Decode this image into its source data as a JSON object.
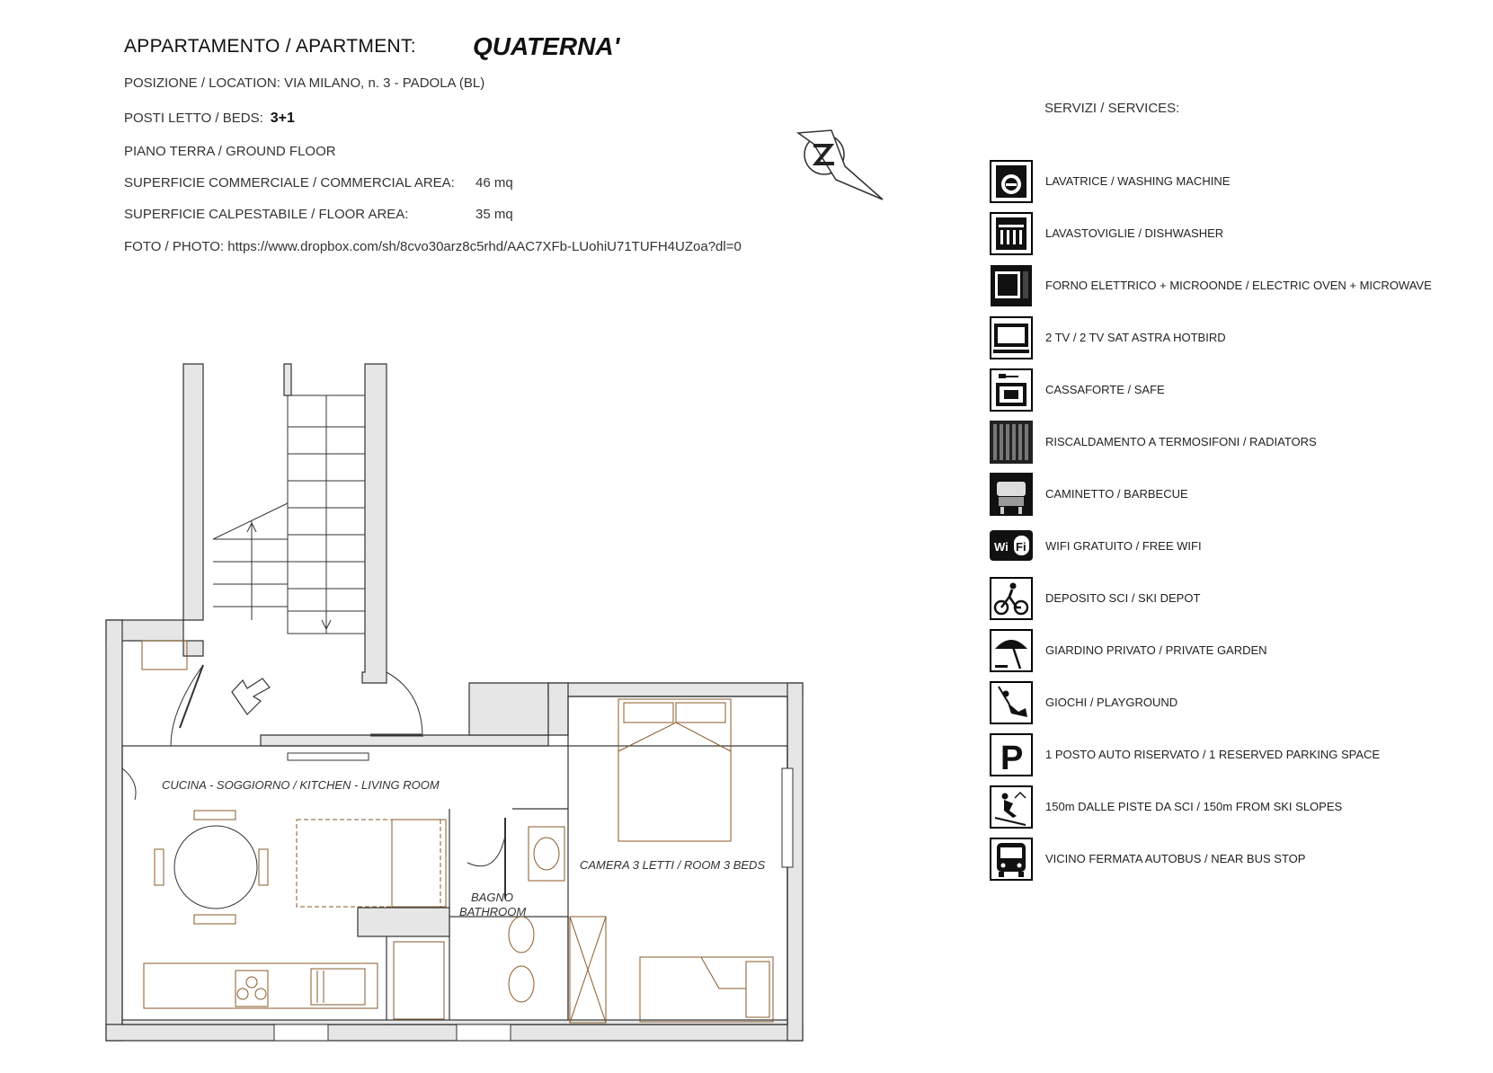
{
  "header": {
    "title_label": "APPARTAMENTO / APARTMENT:",
    "title_name": "QUATERNA'",
    "location": "POSIZIONE / LOCATION: VIA MILANO, n. 3 - PADOLA (BL)",
    "beds_label": "POSTI LETTO / BEDS:",
    "beds_value": "3+1",
    "floor": "PIANO TERRA / GROUND FLOOR",
    "commercial_area_label": "SUPERFICIE COMMERCIALE / COMMERCIAL AREA:",
    "commercial_area_value": "46 mq",
    "floor_area_label": "SUPERFICIE CALPESTABILE / FLOOR AREA:",
    "floor_area_value": "35 mq",
    "photo": "FOTO / PHOTO: https://www.dropbox.com/sh/8cvo30arz8c5rhd/AAC7XFb-LUohiU71TUFH4UZoa?dl=0"
  },
  "plan": {
    "rooms": {
      "living": "CUCINA - SOGGIORNO / KITCHEN - LIVING ROOM",
      "bedroom": "CAMERA 3 LETTI / ROOM 3 BEDS",
      "bath_1": "BAGNO",
      "bath_2": "BATHROOM"
    }
  },
  "services": {
    "title": "SERVIZI / SERVICES:",
    "items": [
      {
        "label": "LAVATRICE / WASHING MACHINE",
        "icon": "washing-machine-icon"
      },
      {
        "label": "LAVASTOVIGLIE / DISHWASHER",
        "icon": "dishwasher-icon"
      },
      {
        "label": "FORNO ELETTRICO + MICROONDE / ELECTRIC OVEN + MICROWAVE",
        "icon": "oven-icon"
      },
      {
        "label": "2 TV / 2 TV SAT ASTRA HOTBIRD",
        "icon": "tv-icon"
      },
      {
        "label": "CASSAFORTE / SAFE",
        "icon": "safe-icon"
      },
      {
        "label": "RISCALDAMENTO A TERMOSIFONI / RADIATORS",
        "icon": "radiator-icon"
      },
      {
        "label": "CAMINETTO / BARBECUE",
        "icon": "barbecue-icon"
      },
      {
        "label": "WIFI GRATUITO / FREE WIFI",
        "icon": "wifi-icon",
        "icon_text": "WiFi"
      },
      {
        "label": "DEPOSITO SCI / SKI DEPOT",
        "icon": "bicycle-icon"
      },
      {
        "label": "GIARDINO PRIVATO / PRIVATE GARDEN",
        "icon": "umbrella-icon"
      },
      {
        "label": "GIOCHI / PLAYGROUND",
        "icon": "swing-icon"
      },
      {
        "label": "1 POSTO AUTO RISERVATO / 1 RESERVED PARKING SPACE",
        "icon": "parking-icon",
        "icon_text": "P"
      },
      {
        "label": "150m DALLE PISTE DA SCI / 150m FROM SKI SLOPES",
        "icon": "skier-icon"
      },
      {
        "label": "VICINO FERMATA AUTOBUS / NEAR BUS STOP",
        "icon": "bus-icon"
      }
    ]
  }
}
